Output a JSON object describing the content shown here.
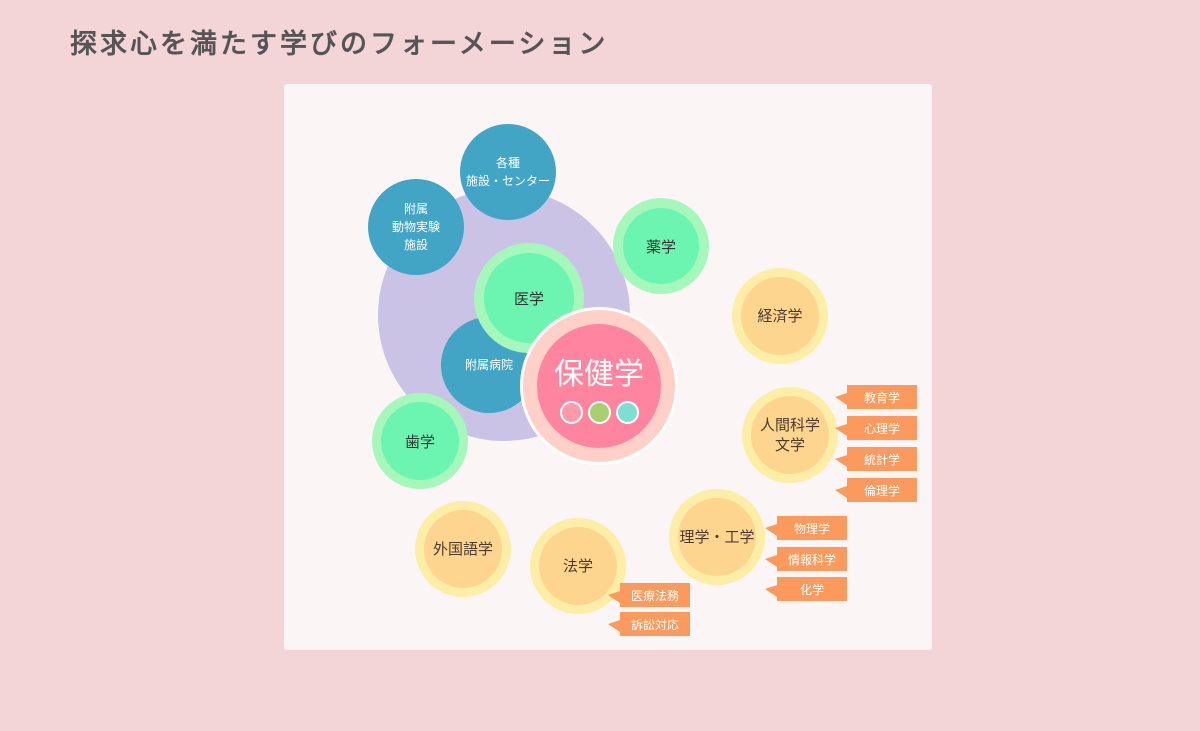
{
  "title": "探求心を満たす学びのフォーメーション",
  "center": {
    "label": "保健学",
    "dot_colors": [
      "#ff9aa8",
      "#a8d070",
      "#7ddfcf"
    ]
  },
  "facilities": {
    "various": "各種\n施設・センター",
    "animal": "附属\n動物実験\n施設",
    "hospital": "附属病院"
  },
  "green": {
    "pharmacy": "薬学",
    "medicine": "医学",
    "dentistry": "歯学"
  },
  "yellow": {
    "economics": "経済学",
    "humanities": "人間科学\n文学",
    "foreign": "外国語学",
    "law": "法学",
    "science": "理学・工学"
  },
  "tags": {
    "humanities": [
      "教育学",
      "心理学",
      "統計学",
      "倫理学"
    ],
    "science": [
      "物理学",
      "情報科学",
      "化学"
    ],
    "law": [
      "医療法務",
      "訴訟対応"
    ]
  },
  "colors": {
    "blue": "#42a5c5",
    "pink": "#ff84a0",
    "orange": "#fb9a5c",
    "purple": "#cbc3e6"
  }
}
